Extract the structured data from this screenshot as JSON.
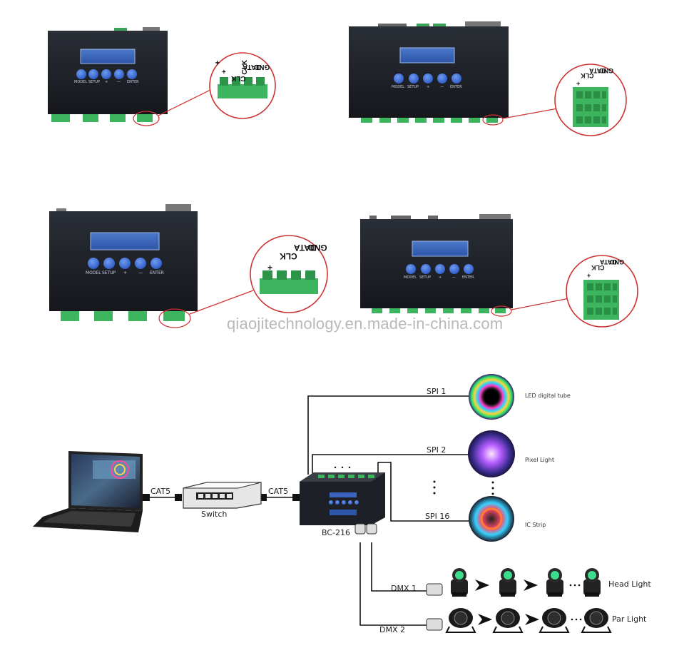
{
  "watermark": "qiaojitechnology.en.made-in-china.com",
  "controllers": {
    "buttons": [
      "MODEL",
      "SETUP",
      "+",
      "—",
      "ENTER"
    ],
    "pins": {
      "plus": "+",
      "clk": "CLK",
      "data": "DATA",
      "gnd": "GND"
    }
  },
  "diagram": {
    "cable_left": "CAT5",
    "cable_right": "CAT5",
    "switch_label": "Switch",
    "controller_label": "BC-216",
    "spi": [
      {
        "label": "SPI 1",
        "device": "LED digital tube"
      },
      {
        "label": "SPI 2",
        "device": "Pixel Light"
      },
      {
        "label": "SPI 16",
        "device": "IC Strip"
      }
    ],
    "dmx": [
      {
        "label": "DMX 1",
        "device": "Head Light"
      },
      {
        "label": "DMX 2",
        "device": "Par Light"
      }
    ]
  }
}
